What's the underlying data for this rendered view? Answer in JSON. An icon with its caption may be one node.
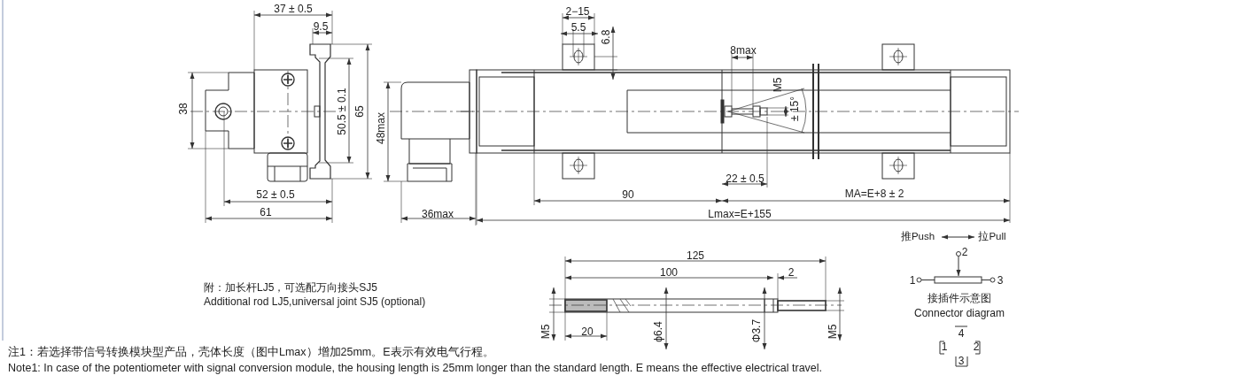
{
  "diagram": {
    "labels": [
      "37 ± 0.5",
      "2−15",
      "9.5",
      "5.5",
      "6.8",
      "8max",
      "M5",
      "38",
      "50.5 ± 0.1",
      "65",
      "48max",
      "± 15°",
      "22 ± 0.5",
      "52 ± 0.5",
      "90",
      "MA=E+8 ± 2",
      "61",
      "36max",
      "Lmax=E+155",
      "推Push",
      "拉Pull",
      "2",
      "125",
      "100",
      "2",
      "1",
      "3",
      "附：加长杆LJ5，可选配万向接头SJ5",
      "Additional rod LJ5,universal joint SJ5 (optional)",
      "接插件示意图",
      "Connector diagram",
      "M5",
      "20",
      "ϕ6.4",
      "Φ3.7",
      "M5",
      "4",
      "1",
      "2",
      "3",
      "注1：若选择带信号转换模块型产品，壳体长度（图中Lmax）增加25mm。E表示有效电气行程。",
      "Note1: In case of the potentiometer with signal conversion module, the housing length is 25mm longer than the standard length. E means the effective electrical travel."
    ]
  }
}
